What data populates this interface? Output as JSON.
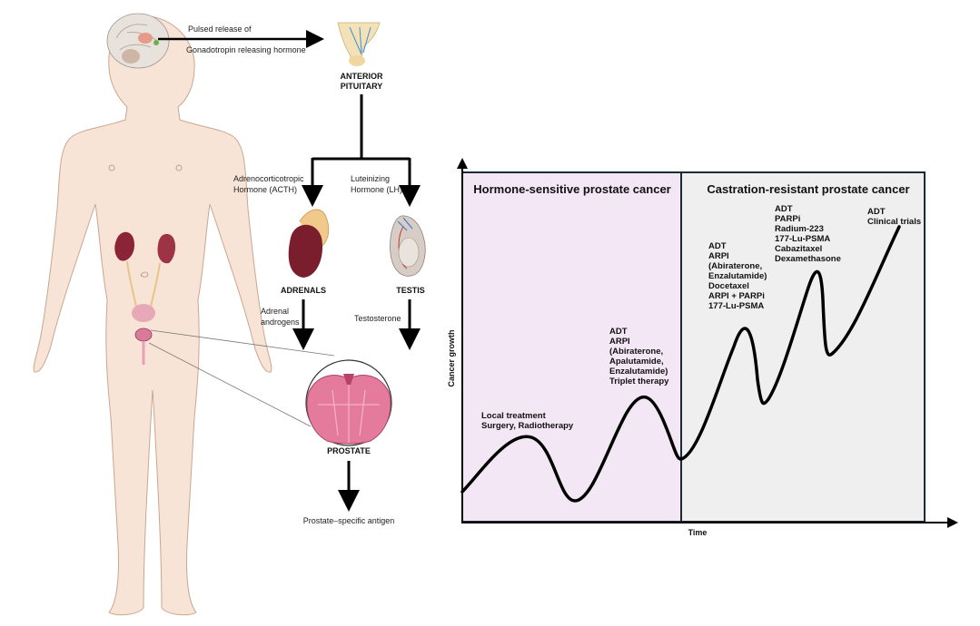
{
  "hpg_axis": {
    "gnrh_line1": "Pulsed release of",
    "gnrh_line2": "Gonadotropin releasing hormone",
    "anterior_pituitary_line1": "ANTERIOR",
    "anterior_pituitary_line2": "PITUITARY",
    "acth_line1": "Adrenocorticotropic",
    "acth_line2": "Hormone (ACTH)",
    "lh_line1": "Luteinizing",
    "lh_line2": "Hormone (LH)",
    "adrenals": "ADRENALS",
    "testis": "TESTIS",
    "adrenal_androgens_line1": "Adrenal",
    "adrenal_androgens_line2": "androgens",
    "testosterone": "Testosterone",
    "prostate": "PROSTATE",
    "psa": "Prostate–specific antigen"
  },
  "progression_chart": {
    "x_axis_label": "Time",
    "y_axis_label": "Cancer growth",
    "phase_sensitive": "Hormone-sensitive prostate cancer",
    "phase_resistant": "Castration-resistant prostate cancer",
    "treatments_local": [
      "Local treatment",
      "Surgery, Radiotherapy"
    ],
    "treatments_hspc": [
      "ADT",
      "ARPI",
      "(Abiraterone,",
      "Apalutamide,",
      "Enzalutamide)",
      "Triplet therapy"
    ],
    "treatments_crpc_1": [
      "ADT",
      "ARPI",
      "(Abiraterone,",
      "Enzalutamide)",
      "Docetaxel",
      "ARPI + PARPi",
      "177-Lu-PSMA"
    ],
    "treatments_crpc_2": [
      "ADT",
      "PARPi",
      "Radium-223",
      "177-Lu-PSMA",
      "Cabazitaxel",
      "Dexamethasone"
    ],
    "treatments_crpc_3": [
      "ADT",
      "Clinical trials"
    ],
    "colors": {
      "sensitive_bg": "#f3e6f5",
      "resistant_bg": "#efefef",
      "frame": "#1c2a33",
      "curve": "#000000"
    }
  }
}
